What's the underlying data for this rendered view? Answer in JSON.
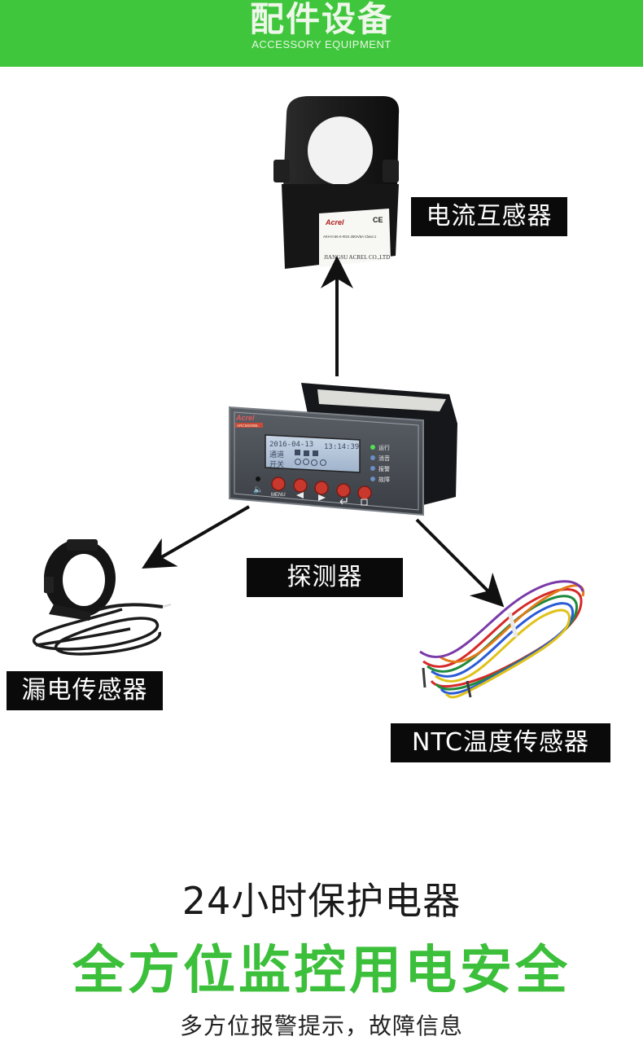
{
  "banner": {
    "title": "配件设备",
    "subtitle": "ACCESSORY EQUIPMENT"
  },
  "labels": {
    "current_transformer": "电流互感器",
    "detector": "探测器",
    "leakage_sensor": "漏电传感器",
    "ntc_sensor": "NTC温度传感器"
  },
  "ct_device": {
    "brand": "Acrel",
    "mark": "CE",
    "model_line": "AKH-0.66 K-Φ24 250A/5A Class:1",
    "maker": "JIANGSU ACREL CO.,LTD"
  },
  "detector_device": {
    "brand": "Acrel",
    "model": "ARCM200BL",
    "lcd_date": "2016-04-13",
    "lcd_time": "13:14:39",
    "lcd_row1": "通道",
    "lcd_row2": "开关",
    "indicators": [
      "运行",
      "消音",
      "报警",
      "故障"
    ],
    "button_menu": "MENU"
  },
  "slogans": {
    "line1": "24小时保护电器",
    "line2": "全方位监控用电安全",
    "line3": "多方位报警提示，故障信息"
  },
  "colors": {
    "banner_green": "#3fc63c",
    "slogan_green": "#3cbf3a",
    "label_bg": "#0a0a0a"
  }
}
